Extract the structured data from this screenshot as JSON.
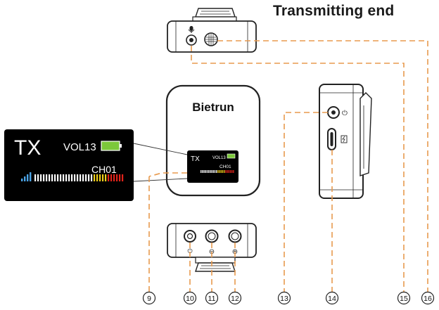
{
  "title": "Transmitting end",
  "brand": "Bietrun",
  "screen": {
    "mode": "TX",
    "volume_label": "VOL13",
    "channel_label": "CH01"
  },
  "button_signs": {
    "power": "⏻",
    "minus": "⊖",
    "plus": "⊕"
  },
  "callouts": [
    "9",
    "10",
    "11",
    "12",
    "13",
    "14",
    "15",
    "16"
  ],
  "colors": {
    "leader": "#e89a4e",
    "screen_bg": "#000000",
    "battery": "#7cc83a",
    "meter_yellow": "#f2d01b",
    "meter_red": "#e2231a"
  }
}
